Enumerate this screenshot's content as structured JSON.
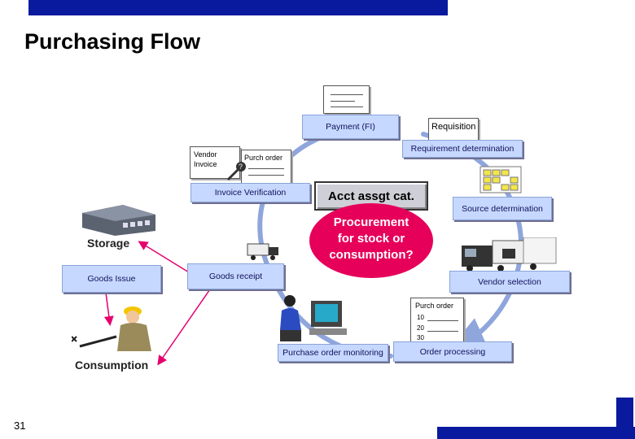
{
  "slide": {
    "title": "Purchasing Flow",
    "page_number": "31"
  },
  "center": {
    "acct_label": "Acct assgt cat.",
    "procurement_line1": "Procurement",
    "procurement_line2": "for stock or",
    "procurement_line3": "consumption?"
  },
  "steps": {
    "payment": "Payment (FI)",
    "requirement": "Requirement determination",
    "source": "Source determination",
    "vendor_selection": "Vendor selection",
    "order_processing": "Order processing",
    "po_monitoring": "Purchase order monitoring",
    "goods_receipt": "Goods receipt",
    "invoice_verification": "Invoice Verification",
    "goods_issue": "Goods Issue"
  },
  "labels": {
    "storage": "Storage",
    "consumption": "Consumption"
  },
  "documents": {
    "requisition": "Requisition",
    "vendor_invoice_line1": "Vendor",
    "vendor_invoice_line2": "Invoice",
    "purch_order_small": "Purch order",
    "purch_order": "Purch order",
    "po_line_10": "10",
    "po_line_20": "20",
    "po_line_30": "30"
  },
  "colors": {
    "brand_blue": "#0a1a9e",
    "step_box": "#c6d8ff",
    "cycle_arrow": "#8fa6dc",
    "procurement_circle": "#e6005a",
    "flow_arrow": "#e6006e"
  },
  "icons": [
    "warehouse-icon",
    "truck-icon",
    "worker-icon",
    "computer-user-icon",
    "calendar-grid-icon",
    "invoice-key-icon",
    "check-document-icon"
  ]
}
